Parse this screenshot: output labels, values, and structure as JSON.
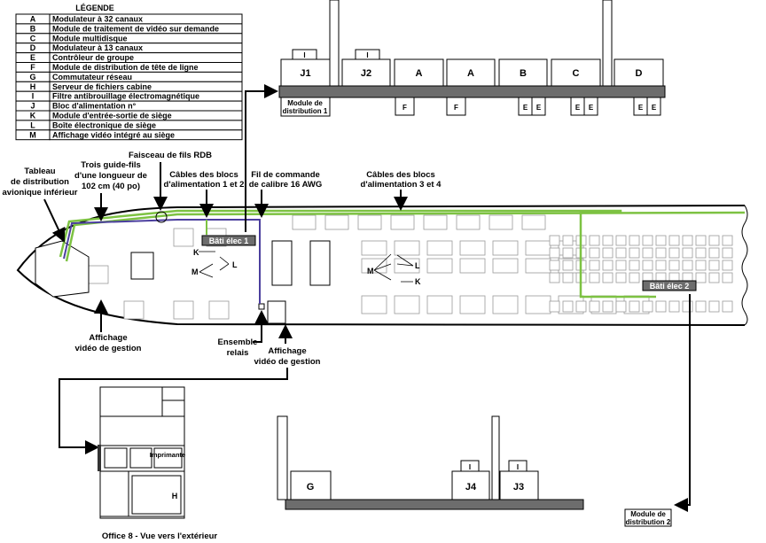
{
  "legend": {
    "title": "LÉGENDE",
    "rows": [
      {
        "k": "A",
        "v": "Modulateur à 32 canaux"
      },
      {
        "k": "B",
        "v": "Module de traitement de vidéo sur demande"
      },
      {
        "k": "C",
        "v": "Module multidisque"
      },
      {
        "k": "D",
        "v": "Modulateur à 13 canaux"
      },
      {
        "k": "E",
        "v": "Contrôleur de groupe"
      },
      {
        "k": "F",
        "v": "Module de distribution de tête de ligne"
      },
      {
        "k": "G",
        "v": "Commutateur réseau"
      },
      {
        "k": "H",
        "v": "Serveur de fichiers cabine"
      },
      {
        "k": "I",
        "v": "Filtre antibrouillage électromagnétique"
      },
      {
        "k": "J",
        "v": "Bloc d'alimentation n°"
      },
      {
        "k": "K",
        "v": "Module d'entrée-sortie de siège"
      },
      {
        "k": "L",
        "v": "Boîte électronique de siège"
      },
      {
        "k": "M",
        "v": "Affichage vidéo intégré au siège"
      }
    ]
  },
  "rack1": {
    "boxes": [
      "J1",
      "J2",
      "A",
      "A",
      "B",
      "C",
      "D"
    ],
    "filter": "I",
    "f": "F",
    "e": "E",
    "module": [
      "Module de",
      "distribution 1"
    ]
  },
  "rack2": {
    "g": "G",
    "j4": "J4",
    "j3": "J3",
    "filter": "I",
    "module": [
      "Module de",
      "distribution 2"
    ]
  },
  "labels": {
    "tableau": [
      "Tableau",
      "de distribution",
      "avionique inférieur"
    ],
    "guides": [
      "Trois guide-fils",
      "d'une longueur de",
      "102 cm (40 po)"
    ],
    "faisceau": "Faisceau de fils RDB",
    "cables12": [
      "Câbles des blocs",
      "d'alimentation 1 et 2"
    ],
    "fil": [
      "Fil de commande",
      "de calibre 16 AWG"
    ],
    "cables34": [
      "Câbles des blocs",
      "d'alimentation 3 et 4"
    ],
    "affichage1": [
      "Affichage",
      "vidéo de gestion"
    ],
    "relais": [
      "Ensemble",
      "relais"
    ],
    "affichage2": [
      "Affichage",
      "vidéo de gestion"
    ],
    "bati1": "Bâti élec 1",
    "bati2": "Bâti élec 2",
    "k": "K",
    "l": "L",
    "m": "M",
    "imprimante": "Imprimante",
    "h": "H",
    "office": "Office 8 - Vue vers l'extérieur"
  },
  "colors": {
    "green": "#7dc242",
    "purple": "#4b3f9e",
    "rack": "#6d6d6d"
  }
}
